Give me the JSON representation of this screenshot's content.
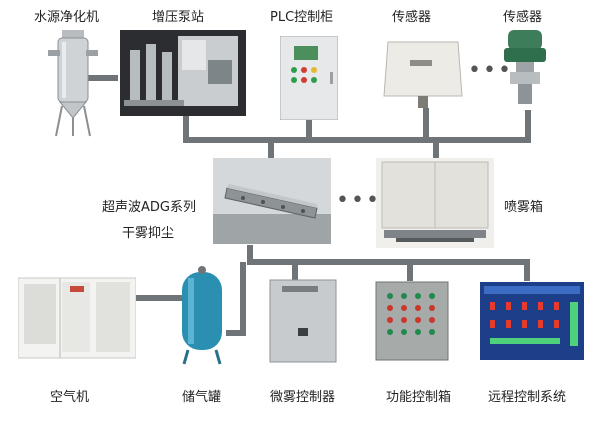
{
  "labels": {
    "water_purifier": "水源净化机",
    "pump_station": "增压泵站",
    "plc_cabinet": "PLC控制柜",
    "sensor_1": "传感器",
    "sensor_2": "传感器",
    "adg_line1": "超声波ADG系列",
    "adg_line2": "干雾抑尘",
    "spray_box": "喷雾箱",
    "air_compressor": "空气机",
    "air_tank": "储气罐",
    "micro_controller": "微雾控制器",
    "function_box": "功能控制箱",
    "remote_system": "远程控制系统"
  },
  "colors": {
    "pipe": "#6f7478",
    "panel_green": "#1f8a4c",
    "tank_teal": "#2a8fb0",
    "screen_blue": "#1d3f8a"
  },
  "icons": {
    "ellipsis_top": "ellipsis-icon",
    "ellipsis_mid": "ellipsis-icon"
  }
}
